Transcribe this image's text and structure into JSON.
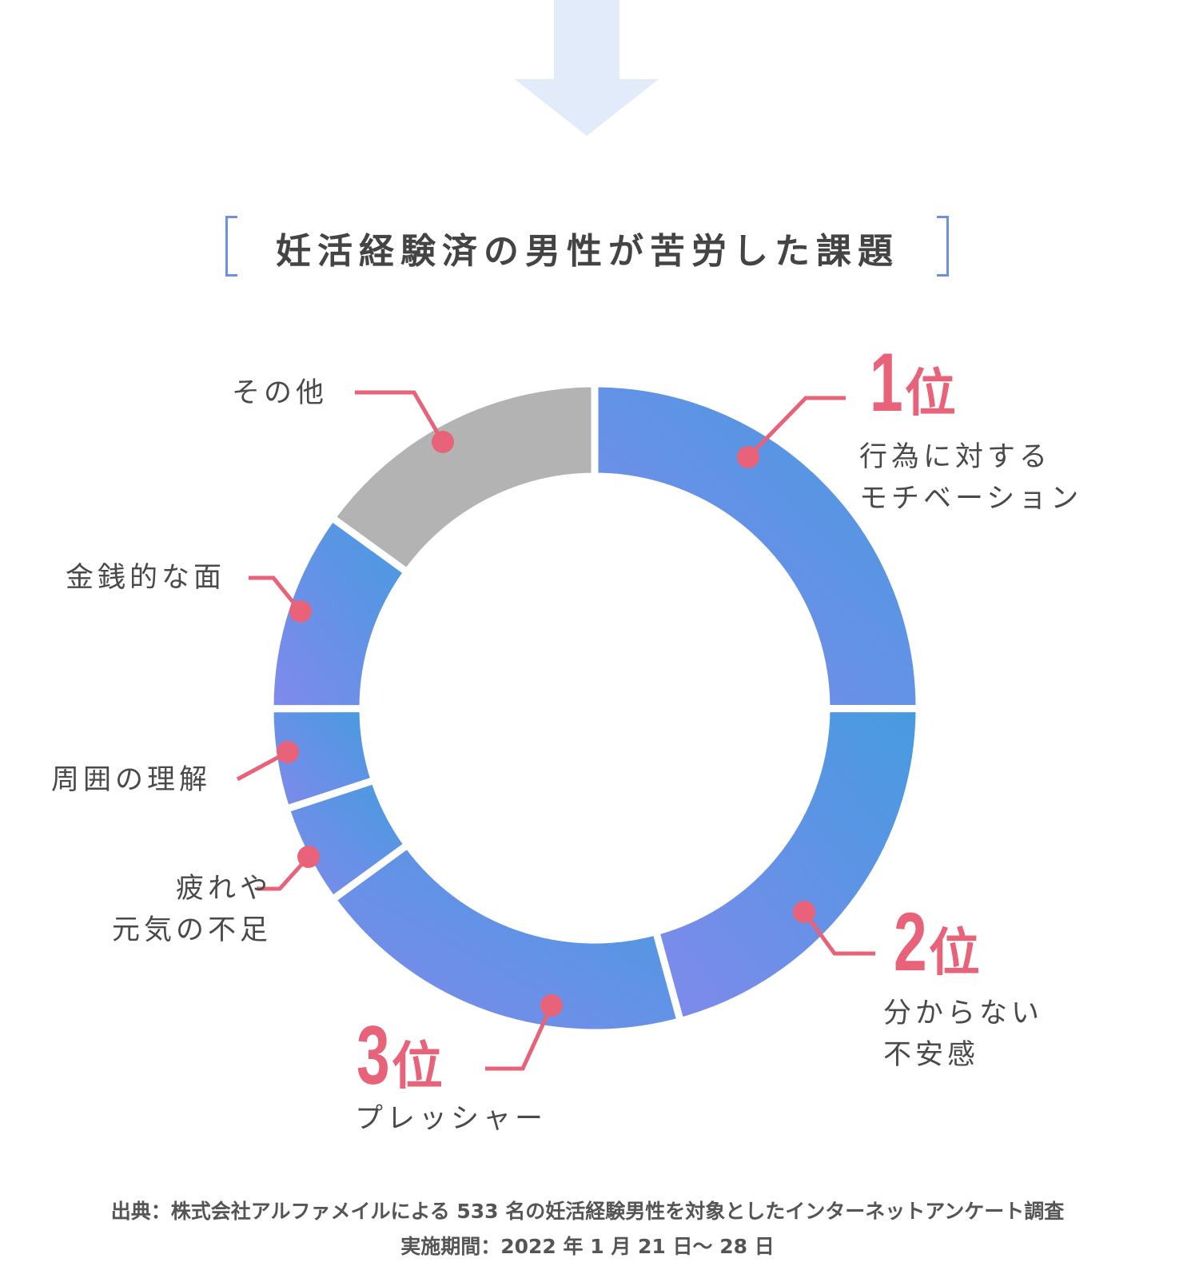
{
  "title": "妊活経験済の男性が苦労した課題",
  "colors": {
    "accent": "#e8637a",
    "gradient_start": "#469be0",
    "gradient_end": "#8189ec",
    "other": "#b3b3b3",
    "arrow": "#e2ebf9",
    "bracket": "#6d8fe0"
  },
  "chart_data": {
    "type": "pie",
    "donut": true,
    "title": "妊活経験済の男性が苦労した課題",
    "slices": [
      {
        "label": "行為に対するモチベーション",
        "rank": "1",
        "value": 25
      },
      {
        "label": "分からない不安感",
        "rank": "2",
        "value": 20.7
      },
      {
        "label": "プレッシャー",
        "rank": "3",
        "value": 19.2
      },
      {
        "label": "疲れや元気の不足",
        "value": 5
      },
      {
        "label": "周囲の理解",
        "value": 5
      },
      {
        "label": "金銭的な面",
        "value": 10
      },
      {
        "label": "その他",
        "value": 15
      }
    ]
  },
  "labels": {
    "rank_suffix": "位",
    "r1_num": "1",
    "r1_l1": "行為に対する",
    "r1_l2": "モチベーション",
    "r2_num": "2",
    "r2_l1": "分からない",
    "r2_l2": "不安感",
    "r3_num": "3",
    "r3_l1": "プレッシャー",
    "other": "その他",
    "money": "金銭的な面",
    "surround": "周囲の理解",
    "tired_l1": "疲れや",
    "tired_l2": "元気の不足"
  },
  "source": {
    "line1": "出典：株式会社アルファメイルによる 533 名の妊活経験男性を対象としたインターネットアンケート調査",
    "line2": "実施期間：2022 年 1 月 21 日〜 28 日"
  }
}
